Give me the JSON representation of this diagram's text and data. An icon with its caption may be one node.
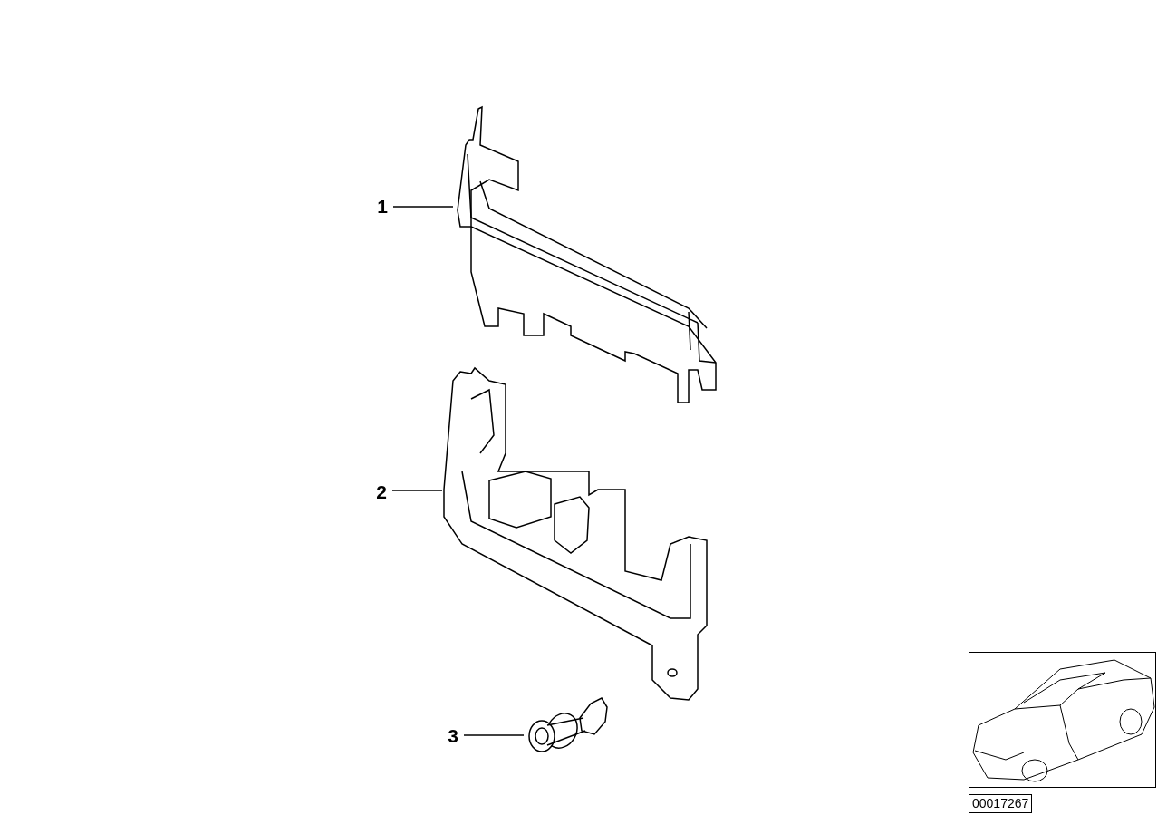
{
  "diagram": {
    "nodes": [
      {
        "text": [
          "1"
        ]
      },
      {
        "text": [],
        "shape": "picture"
      },
      {
        "text": [
          "2"
        ]
      },
      {
        "text": [],
        "shape": "picture"
      },
      {
        "text": [
          "3"
        ]
      },
      {
        "text": [],
        "shape": "picture"
      }
    ],
    "edges": [
      {
        "from": 0,
        "to": 1,
        "arrow": "none"
      },
      {
        "from": 2,
        "to": 3,
        "arrow": "none"
      },
      {
        "from": 4,
        "to": 5,
        "arrow": "none"
      }
    ],
    "labels": [
      "00017267"
    ]
  }
}
